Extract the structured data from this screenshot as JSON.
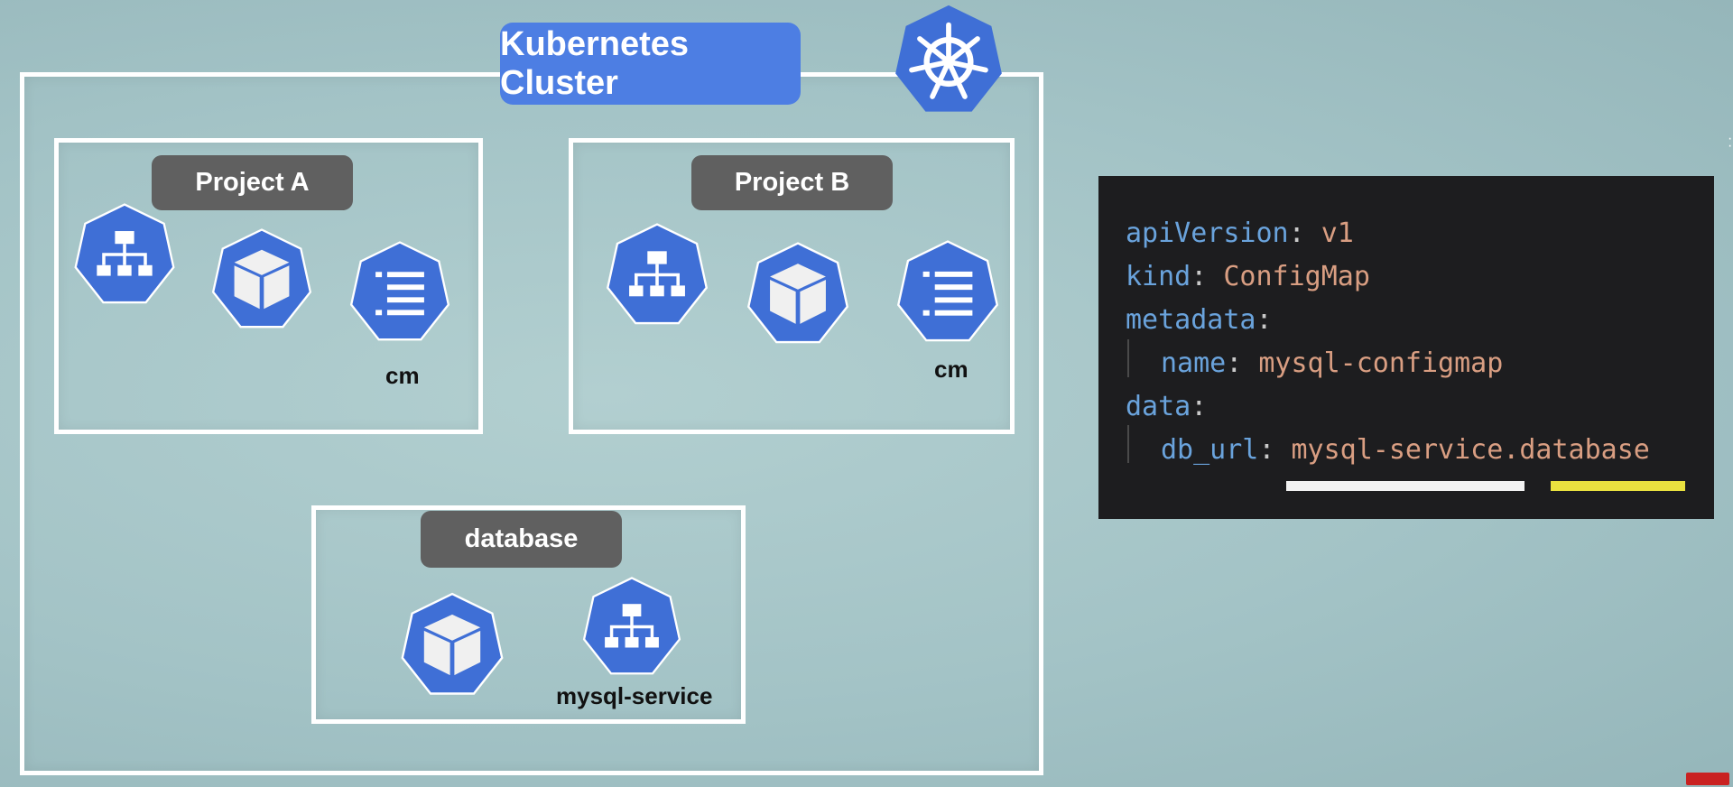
{
  "cluster": {
    "title": "Kubernetes Cluster",
    "logo_icon": "kubernetes-helm-icon"
  },
  "namespaces": [
    {
      "name": "Project A",
      "icons": [
        "service-icon",
        "pod-icon",
        "configmap-icon"
      ],
      "configmap_label": "cm"
    },
    {
      "name": "Project B",
      "icons": [
        "service-icon",
        "pod-icon",
        "configmap-icon"
      ],
      "configmap_label": "cm"
    },
    {
      "name": "database",
      "icons": [
        "pod-icon",
        "service-icon"
      ],
      "service_label": "mysql-service"
    }
  ],
  "yaml": {
    "lines": [
      {
        "key": "apiVersion",
        "sep": ": ",
        "value": "v1"
      },
      {
        "key": "kind",
        "sep": ": ",
        "value": "ConfigMap"
      },
      {
        "key": "metadata",
        "sep": ":",
        "value": ""
      },
      {
        "key": "name",
        "sep": ": ",
        "value": "mysql-configmap"
      },
      {
        "key": "data",
        "sep": ":",
        "value": ""
      },
      {
        "key": "db_url",
        "sep": ": ",
        "value": "mysql-service.database"
      }
    ],
    "underline_colors": [
      "#f2f2f2",
      "#e9e13f"
    ]
  },
  "colors": {
    "k8s_blue": "#3f6fd6",
    "pill_gray": "#606060",
    "pill_blue": "#4d7ee3"
  }
}
